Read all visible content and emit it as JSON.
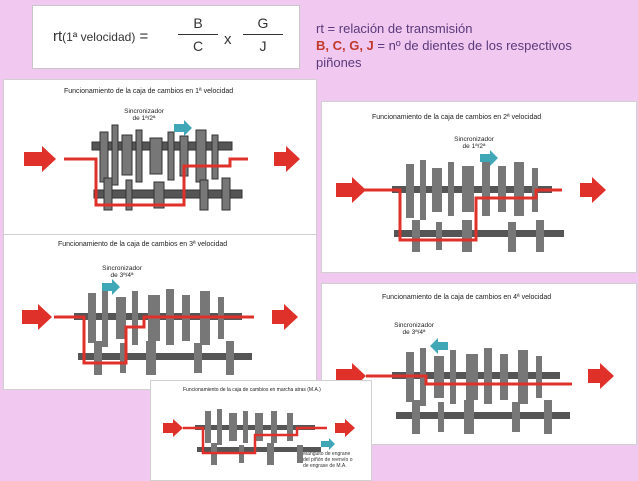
{
  "formula": {
    "lhs_main": "rt",
    "lhs_small": "(1ª velocidad)",
    "equals": "=",
    "frac1_num": "B",
    "frac1_den": "C",
    "times": "x",
    "frac2_num": "G",
    "frac2_den": "J"
  },
  "legend": {
    "line1": "rt = relación de transmisión",
    "line2_bold": "B, C, G, J",
    "line2_rest": " = nº de dientes de los respectivos",
    "line3": "piñones"
  },
  "diagrams": {
    "gear1": {
      "title": "Funcionamiento de la caja de cambios en 1ª velocidad",
      "sync": "Sincronizador\nde 1ª/2ª"
    },
    "gear2": {
      "title": "Funcionamiento de la caja de cambios en 2ª velocidad",
      "sync": "Sincronizador\nde 1ª/2ª"
    },
    "gear3": {
      "title": "Funcionamiento de la caja de cambios en 3ª velocidad",
      "sync": "Sincronizador\nde 3ª/4ª"
    },
    "gear4": {
      "title": "Funcionamiento de la caja de cambios en 4ª velocidad",
      "sync": "Sincronizador\nde 3ª/4ª"
    },
    "reverse": {
      "title": "Funcionamiento de la caja de cambios en marcha atras (M.A.)",
      "note": "Mangüito de engrane del piñón de reenvío o de engrase de M.A."
    }
  },
  "colors": {
    "accent_red": "#e0302a",
    "arrow_teal": "#3fa7b5",
    "background": "#f0c8f0"
  }
}
